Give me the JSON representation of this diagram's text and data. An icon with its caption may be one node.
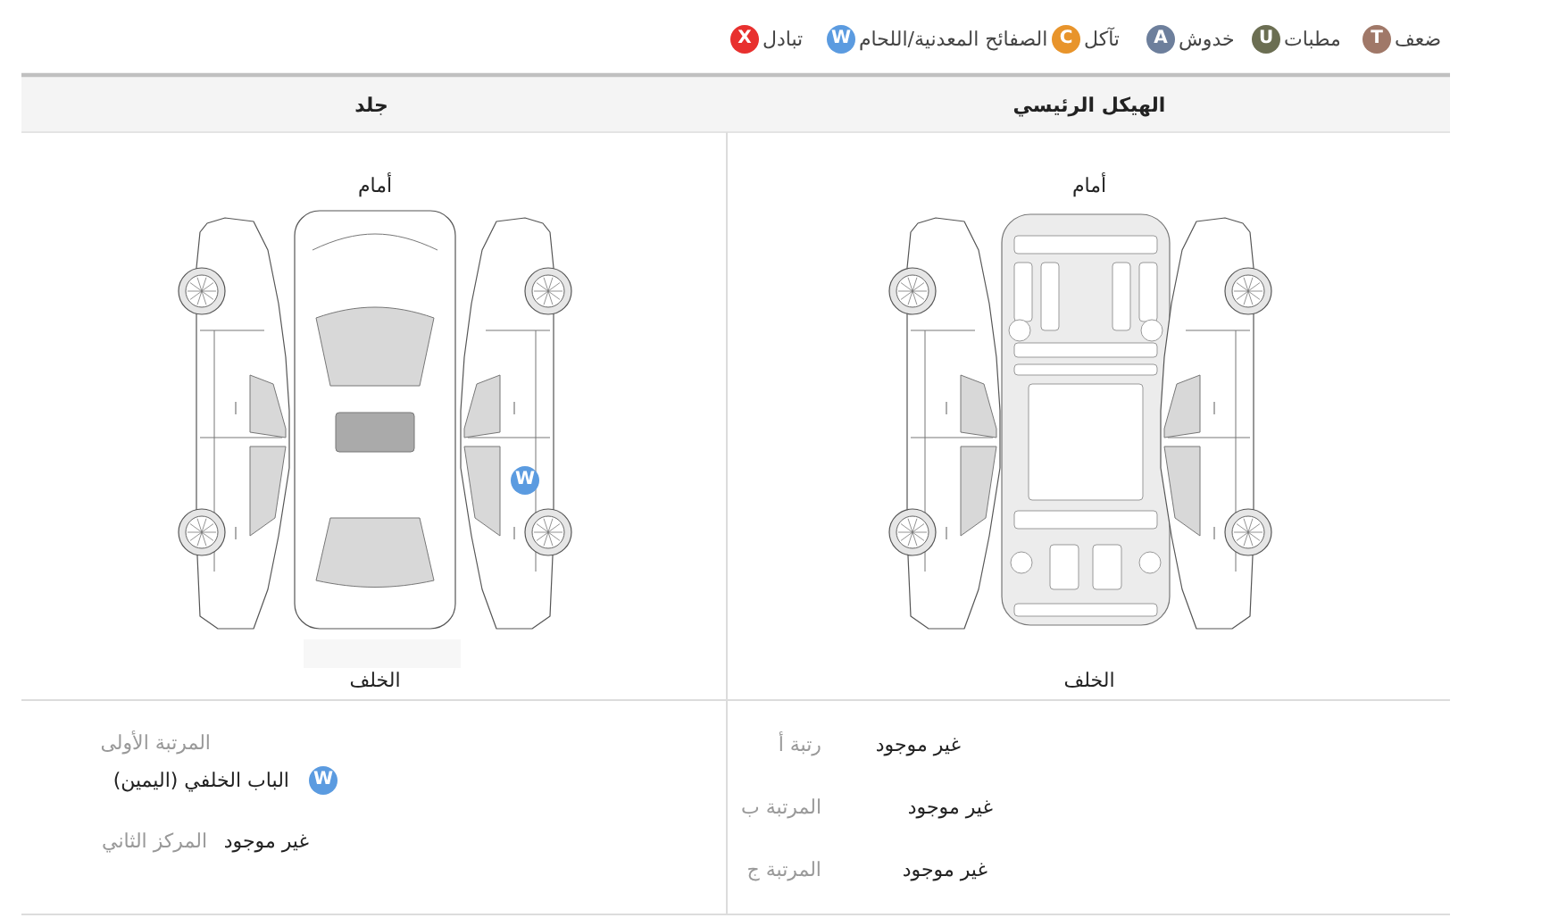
{
  "diagram": {
    "labels": [
      "T",
      "U",
      "A",
      "C",
      "W",
      "X",
      "الهيكل الرئيسي",
      "جلد",
      "أمام",
      "الخلف",
      "أمام",
      "W",
      "الخلف",
      "رتبة أ",
      "غير موجود",
      "المرتبة ب",
      "غير موجود",
      "المرتبة ج",
      "غير موجود",
      "المرتبة الأولى",
      "W",
      "الباب الخلفي (اليمين)",
      "المركز الثاني",
      "غير موجود"
    ],
    "legend": [
      {
        "text": "ضعف",
        "color": "#a07868"
      },
      {
        "text": "مطبات",
        "color": "#6b6e52"
      },
      {
        "text": "خدوش",
        "color": "#6d7f9c"
      },
      {
        "text": "تآكل",
        "color": "#e8942b"
      },
      {
        "text": "الصفائح المعدنية/اللحام",
        "color": "#5b9be0"
      },
      {
        "text": "تبادل",
        "color": "#e8302e"
      }
    ]
  }
}
